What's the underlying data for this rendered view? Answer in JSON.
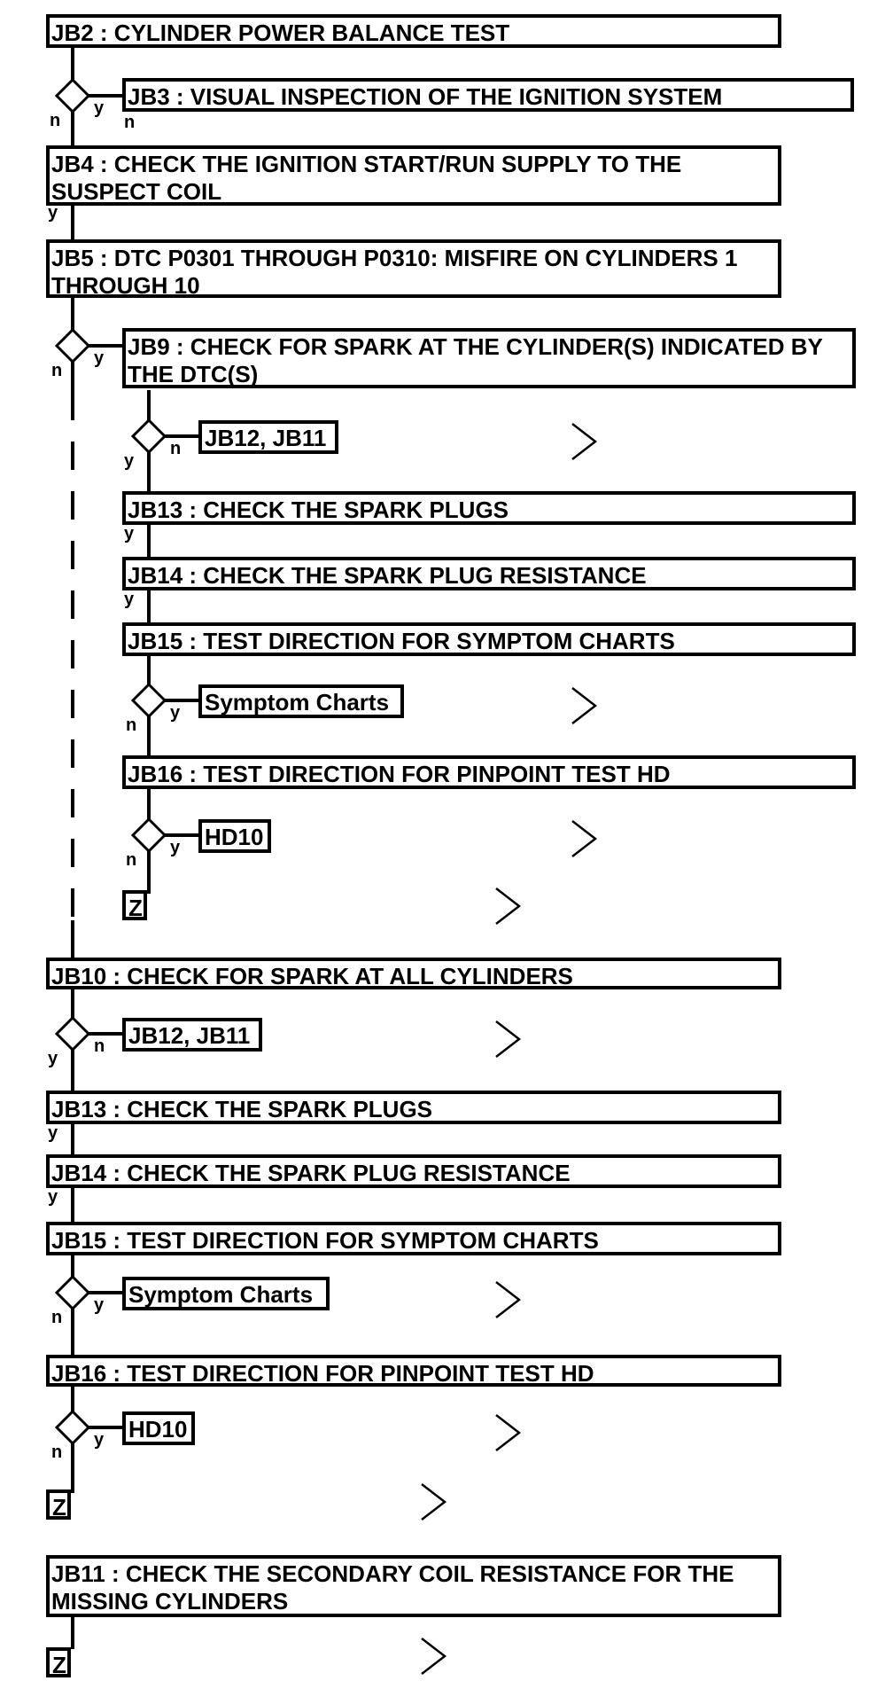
{
  "steps": {
    "jb2": "JB2 : CYLINDER POWER BALANCE TEST",
    "jb3": "JB3 : VISUAL INSPECTION OF THE IGNITION SYSTEM",
    "jb4": "JB4 : CHECK THE IGNITION START/RUN SUPPLY TO THE SUSPECT COIL",
    "jb5": "JB5 : DTC P0301 THROUGH P0310: MISFIRE ON CYLINDERS 1 THROUGH 10",
    "jb9": "JB9 : CHECK FOR SPARK AT THE CYLINDER(S) INDICATED BY THE DTC(S)",
    "jb9_ref": "JB12, JB11",
    "jb9_jb13": "JB13 : CHECK THE SPARK PLUGS",
    "jb9_jb14": "JB14 : CHECK THE SPARK PLUG RESISTANCE",
    "jb9_jb15": "JB15 : TEST DIRECTION FOR SYMPTOM CHARTS",
    "jb9_sym": "Symptom Charts",
    "jb9_jb16": "JB16 : TEST DIRECTION FOR PINPOINT TEST HD",
    "jb9_hd10": "HD10",
    "jb9_z": "Z",
    "jb10": "JB10 : CHECK FOR SPARK AT ALL CYLINDERS",
    "jb10_ref": "JB12, JB11",
    "jb10_jb13": "JB13 : CHECK THE SPARK PLUGS",
    "jb10_jb14": "JB14 : CHECK THE SPARK PLUG RESISTANCE",
    "jb10_jb15": "JB15 : TEST DIRECTION FOR SYMPTOM CHARTS",
    "jb10_sym": "Symptom Charts",
    "jb10_jb16": "JB16 : TEST DIRECTION FOR PINPOINT TEST HD",
    "jb10_hd10": "HD10",
    "jb10_z": "Z",
    "jb11": "JB11 : CHECK THE SECONDARY COIL RESISTANCE FOR THE MISSING CYLINDERS",
    "jb11_z": "Z"
  },
  "branch_labels": {
    "yes": "y",
    "no": "n"
  }
}
